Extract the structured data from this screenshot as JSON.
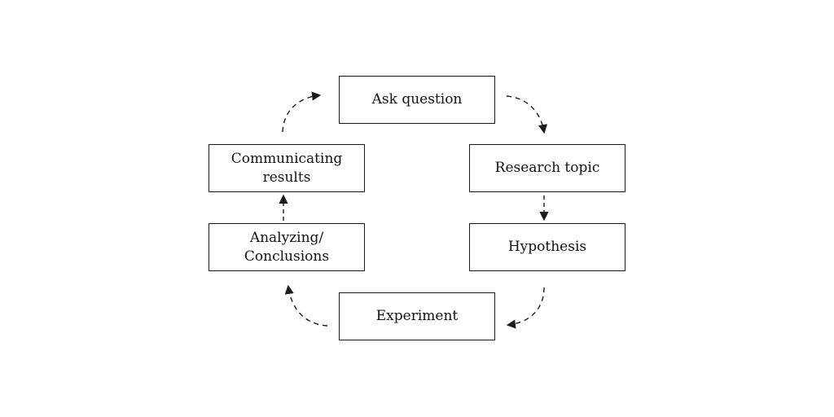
{
  "diagram": {
    "nodes": [
      {
        "id": "ask",
        "label": "Ask question"
      },
      {
        "id": "research",
        "label": "Research topic"
      },
      {
        "id": "hypothesis",
        "label": "Hypothesis"
      },
      {
        "id": "experiment",
        "label": "Experiment"
      },
      {
        "id": "analyzing",
        "label": "Analyzing/\nConclusions"
      },
      {
        "id": "communicating",
        "label": "Communicating\nresults"
      }
    ],
    "edges": [
      {
        "from": "ask",
        "to": "research",
        "style": "dashed"
      },
      {
        "from": "research",
        "to": "hypothesis",
        "style": "dashed"
      },
      {
        "from": "hypothesis",
        "to": "experiment",
        "style": "dashed"
      },
      {
        "from": "experiment",
        "to": "analyzing",
        "style": "dashed"
      },
      {
        "from": "analyzing",
        "to": "communicating",
        "style": "dashed"
      },
      {
        "from": "communicating",
        "to": "ask",
        "style": "dashed"
      }
    ],
    "colors": {
      "stroke": "#1a1a1a",
      "background": "#ffffff"
    }
  }
}
